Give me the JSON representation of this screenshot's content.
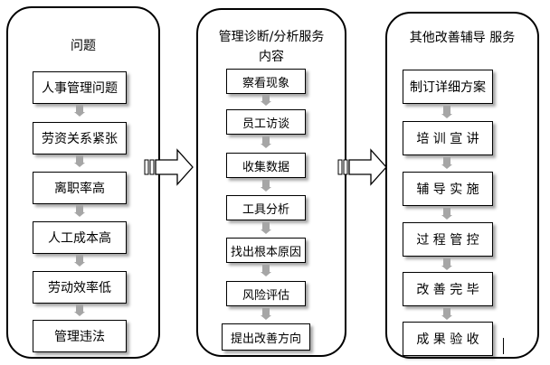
{
  "columns": [
    {
      "title": "问题",
      "steps": [
        "人事管理问题",
        "劳资关系紧张",
        "离职率高",
        "人工成本高",
        "劳动效率低",
        "管理违法"
      ]
    },
    {
      "title_line1": "管理诊断/分析服务",
      "title_line2": "内容",
      "steps": [
        "察看现象",
        "员工访谈",
        "收集数据",
        "工具分析",
        "找出根本原因",
        "风险评估",
        "提出改善方向"
      ]
    },
    {
      "title": "其他改善辅导  服务",
      "steps": [
        "制订详细方案",
        "培 训 宣 讲",
        "辅 导 实 施",
        "过 程 管 控",
        "改 善 完 毕",
        "成 果 验 收"
      ]
    }
  ],
  "colors": {
    "arrow_fill": "#a6a6a6",
    "border": "#000000",
    "background": "#ffffff"
  }
}
